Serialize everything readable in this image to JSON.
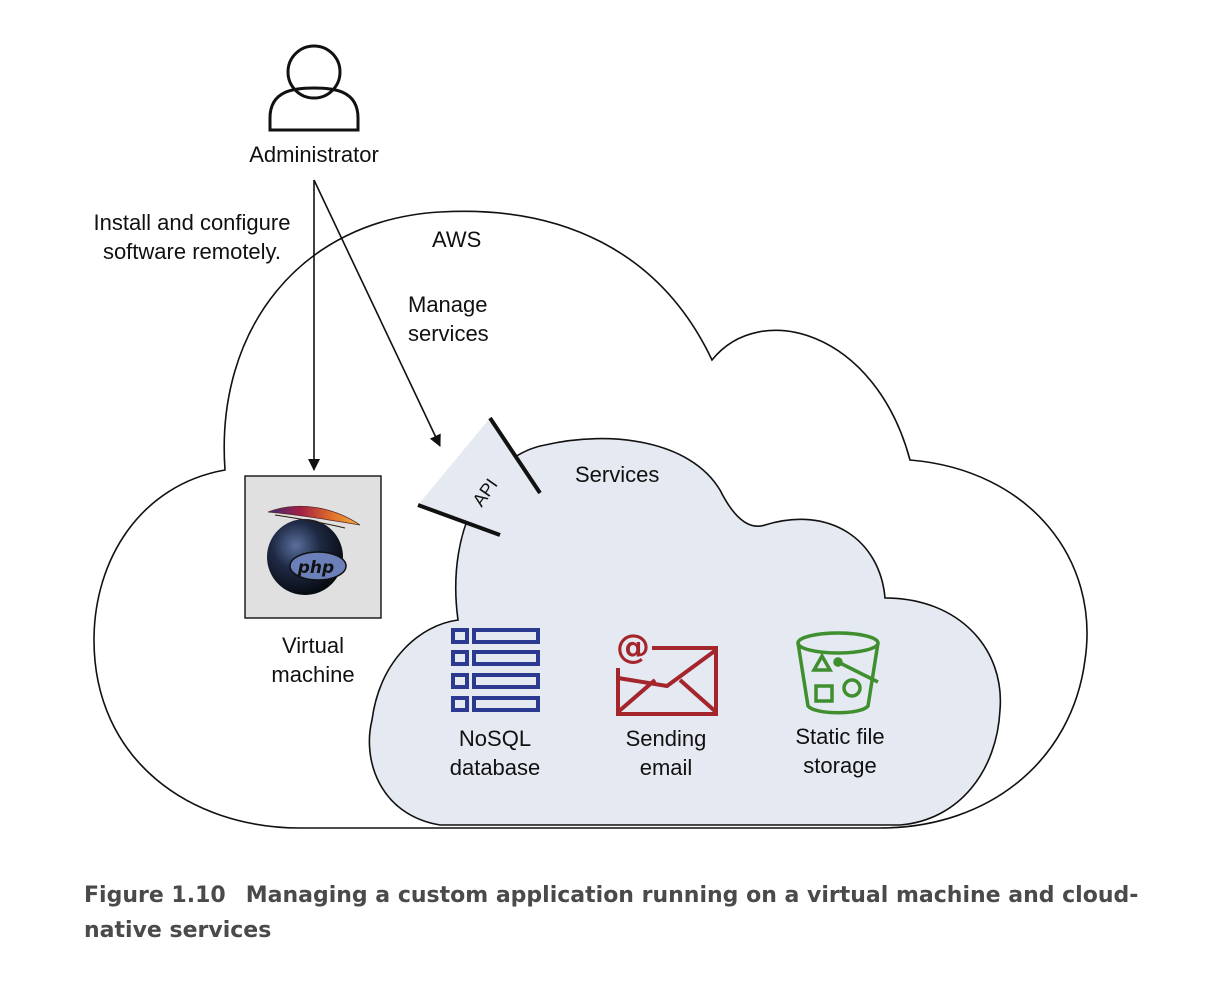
{
  "administrator": {
    "label": "Administrator",
    "icon": "person-icon"
  },
  "install_note": "Install and configure\nsoftware remotely.",
  "aws_label": "AWS",
  "manage_note": "Manage\nservices",
  "api_label": "API",
  "services_label": "Services",
  "virtual_machine": {
    "label": "Virtual\nmachine",
    "icon": "apache-php-icon",
    "logo_text": "php"
  },
  "services": [
    {
      "label": "NoSQL\ndatabase",
      "icon": "database-table-icon",
      "color": "#2b3990"
    },
    {
      "label": "Sending\nemail",
      "icon": "email-envelope-icon",
      "color": "#a4262c"
    },
    {
      "label": "Static file\nstorage",
      "icon": "storage-bucket-icon",
      "color": "#3f8f2f"
    }
  ],
  "caption": {
    "number": "Figure 1.10",
    "text": "Managing a custom application running on a virtual machine and cloud-native services"
  },
  "colors": {
    "services_cloud_fill": "#e5e9f1",
    "caption_text": "#4a4a4a"
  }
}
